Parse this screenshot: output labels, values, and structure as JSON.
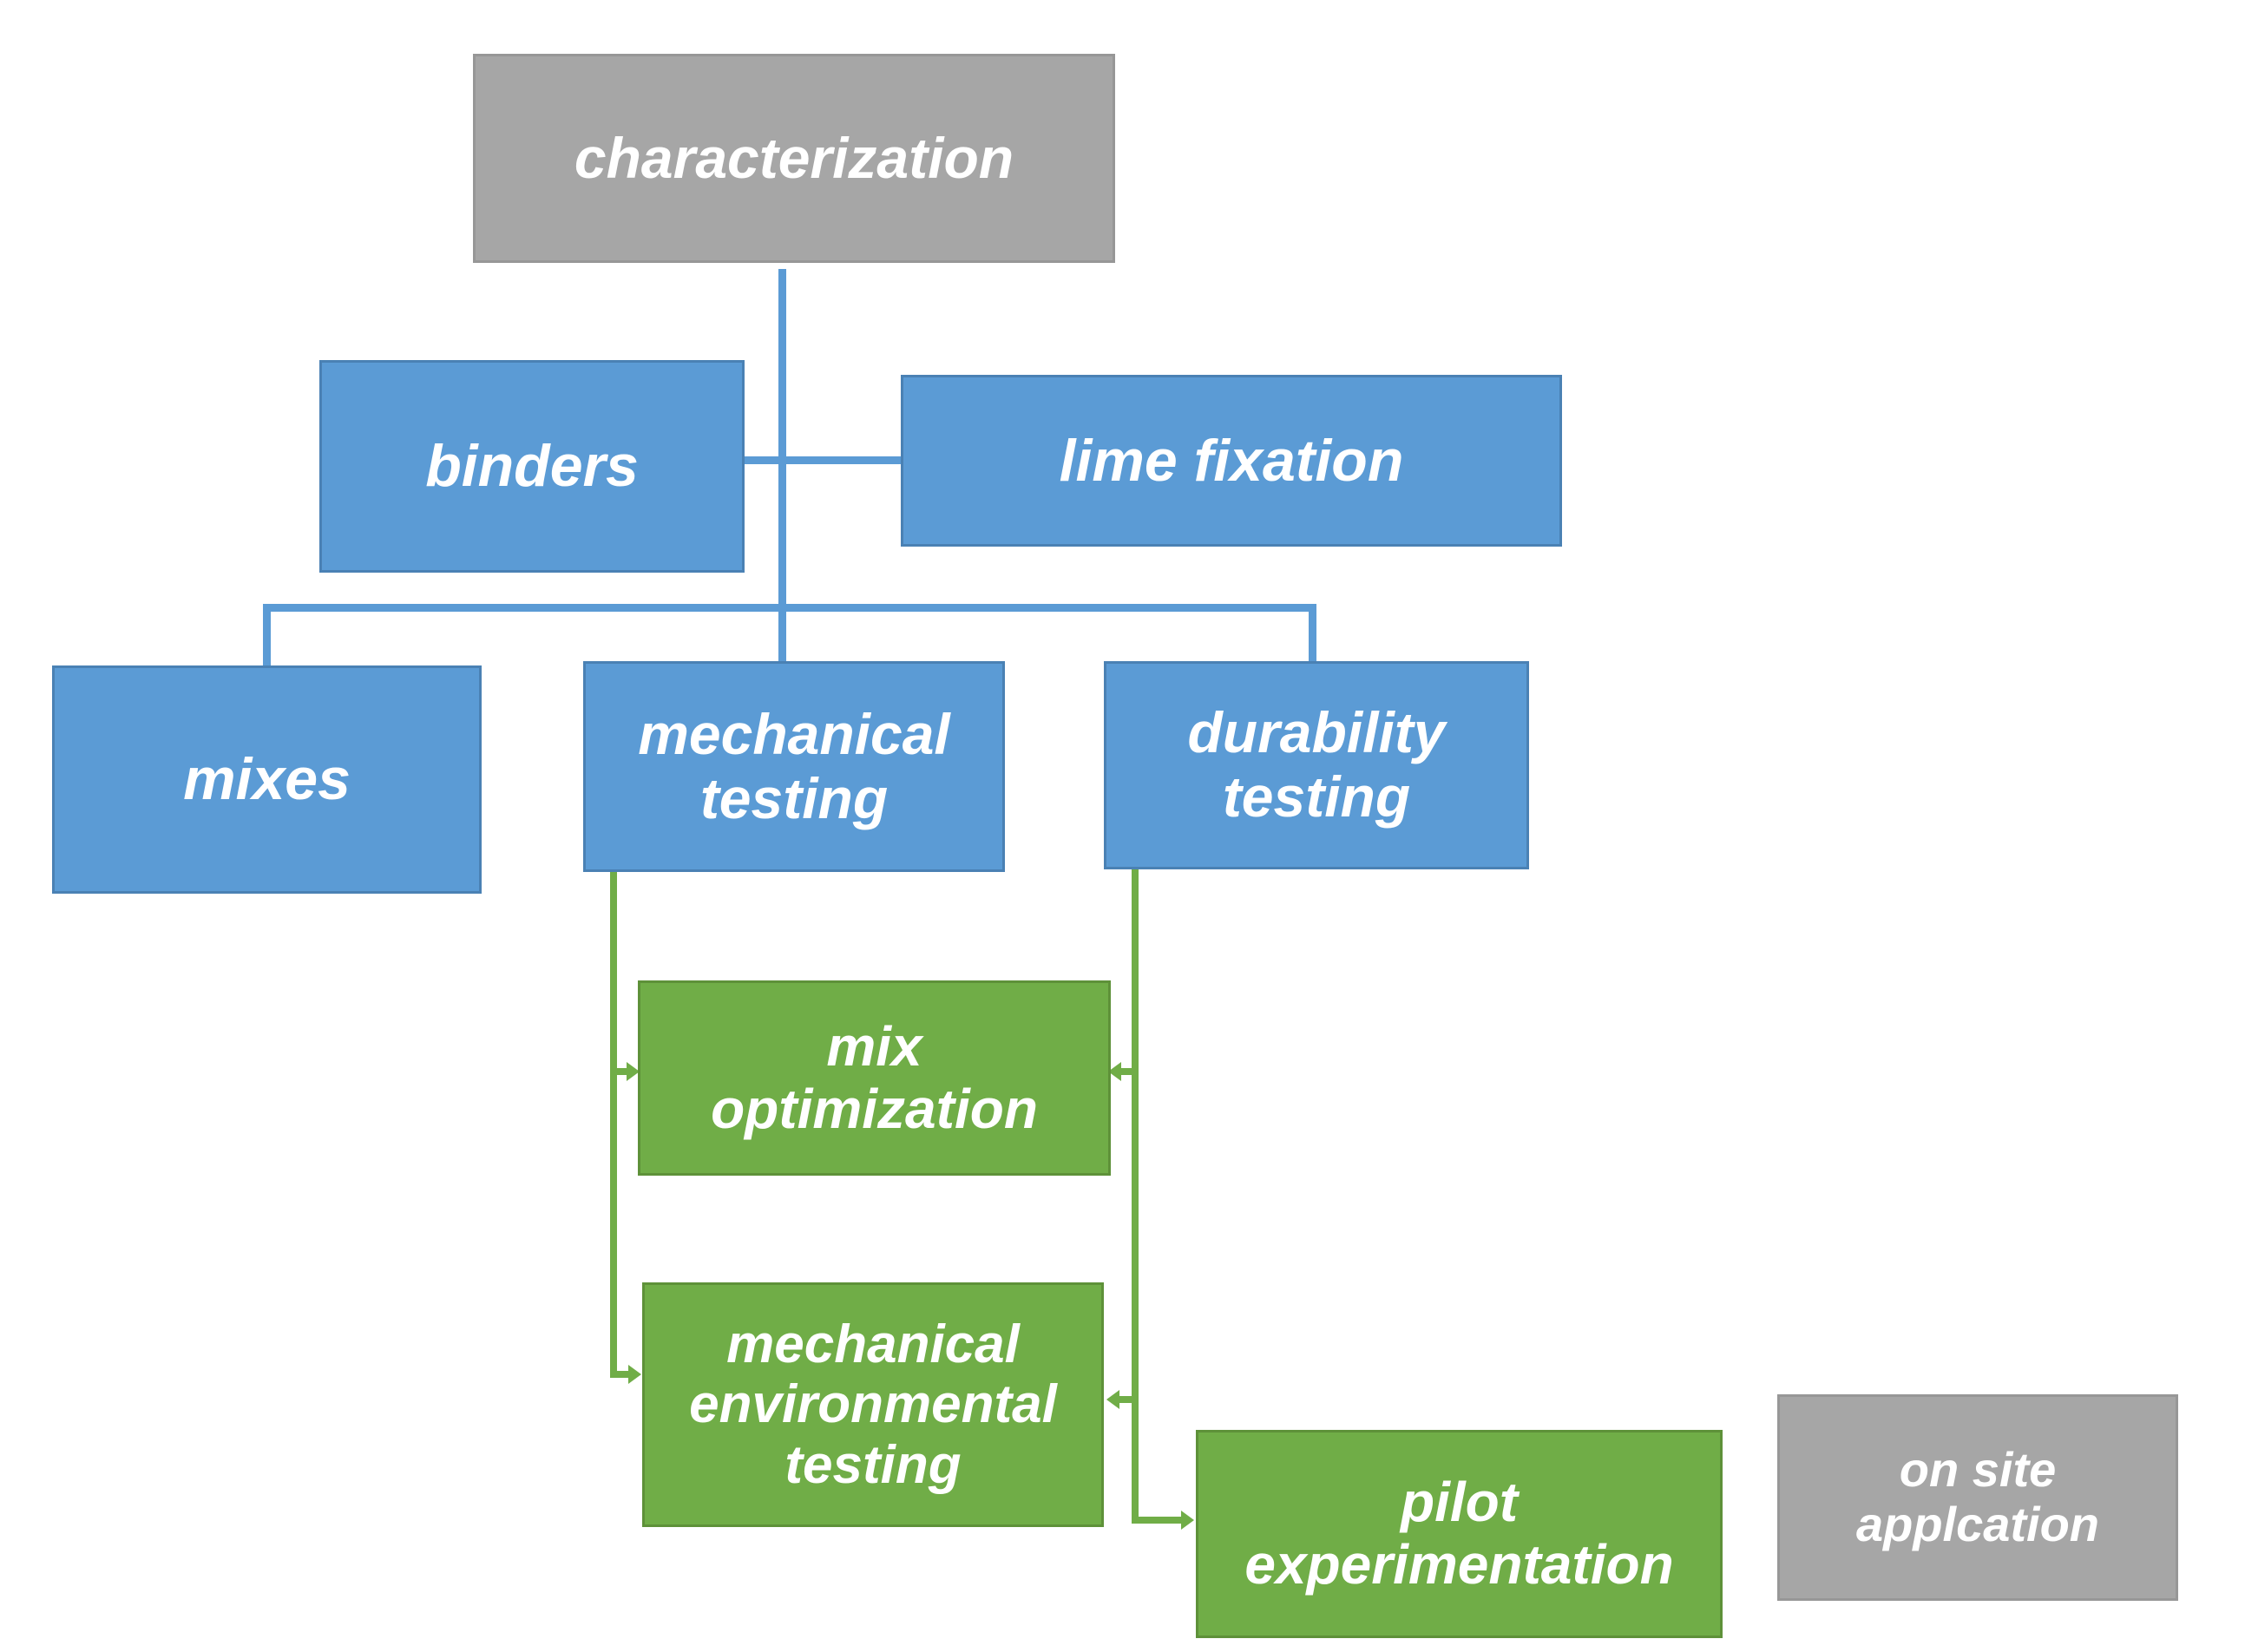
{
  "diagram": {
    "description": "research workflow flowchart",
    "background_color": "#ffffff",
    "colors": {
      "blue": "#5b9bd5",
      "green": "#70ad47",
      "gray": "#a6a6a6",
      "text": "#ffffff"
    },
    "nodes": [
      {
        "id": "characterization",
        "label": "characterization",
        "color": "gray"
      },
      {
        "id": "binders",
        "label": "binders",
        "color": "blue"
      },
      {
        "id": "lime-fixation",
        "label": "lime fixation",
        "color": "blue"
      },
      {
        "id": "mixes",
        "label": "mixes",
        "color": "blue"
      },
      {
        "id": "mechanical-testing",
        "label": "mechanical testing",
        "color": "blue"
      },
      {
        "id": "durability-testing",
        "label": "durability testing",
        "color": "blue"
      },
      {
        "id": "mix-optimization",
        "label": "mix optimization",
        "color": "green"
      },
      {
        "id": "mechanical-environmental-testing",
        "label": "mechanical environmental testing",
        "color": "green"
      },
      {
        "id": "pilot-experimentation",
        "label": "pilot experimentation",
        "color": "green"
      },
      {
        "id": "on-site-application",
        "label": "on site applcation",
        "color": "gray"
      }
    ],
    "edges": [
      {
        "from": "characterization",
        "to": "mixes",
        "style": "blue-elbow"
      },
      {
        "from": "characterization",
        "to": "mechanical-testing",
        "style": "blue-elbow"
      },
      {
        "from": "characterization",
        "to": "durability-testing",
        "style": "blue-elbow"
      },
      {
        "from": "binders",
        "to": "lime-fixation",
        "style": "blue-straight"
      },
      {
        "from": "mechanical-testing",
        "to": "mix-optimization",
        "style": "green-arrow"
      },
      {
        "from": "mechanical-testing",
        "to": "mechanical-environmental-testing",
        "style": "green-arrow"
      },
      {
        "from": "durability-testing",
        "to": "mix-optimization",
        "style": "green-arrow"
      },
      {
        "from": "durability-testing",
        "to": "mechanical-environmental-testing",
        "style": "green-arrow"
      },
      {
        "from": "durability-testing",
        "to": "pilot-experimentation",
        "style": "green-arrow"
      }
    ]
  }
}
